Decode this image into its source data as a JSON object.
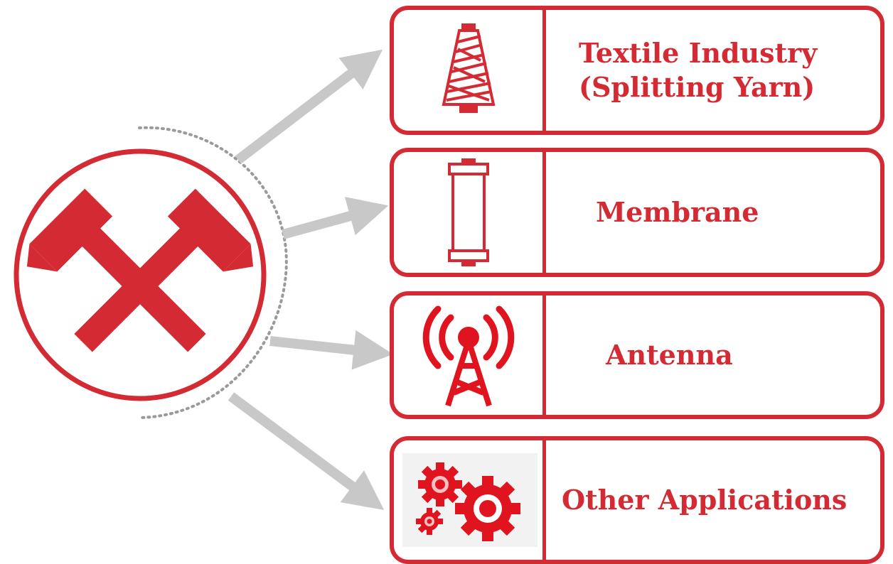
{
  "colors": {
    "accent": "#d42a33",
    "arrow": "#c8c8c8",
    "dotted_arc": "#9a9a9a"
  },
  "hub": {
    "icon": "crossed-hammers-icon"
  },
  "applications": [
    {
      "label": "Textile Industry\n(Splitting Yarn)",
      "icon": "yarn-cone-icon"
    },
    {
      "label": "Membrane",
      "icon": "membrane-roll-icon"
    },
    {
      "label": "Antenna",
      "icon": "antenna-tower-icon"
    },
    {
      "label": "Other Applications",
      "icon": "gears-icon"
    }
  ]
}
